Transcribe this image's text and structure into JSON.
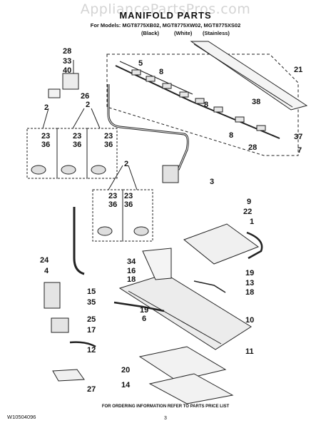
{
  "watermark": "AppliancePartsPros.com",
  "title": "MANIFOLD PARTS",
  "models_line": "For Models: MGT8775XB02, MGT8775XW02, MGT8775XS02",
  "variants": [
    "(Black)",
    "(White)",
    "(Stainless)"
  ],
  "callouts": [
    "28",
    "33",
    "40",
    "5",
    "8",
    "21",
    "26",
    "2",
    "2",
    "23",
    "36",
    "23",
    "36",
    "23",
    "36",
    "38",
    "8",
    "37",
    "8",
    "28",
    "7",
    "3",
    "2",
    "23",
    "36",
    "23",
    "36",
    "9",
    "22",
    "1",
    "24",
    "4",
    "34",
    "16",
    "18",
    "15",
    "35",
    "19",
    "13",
    "18",
    "19",
    "6",
    "25",
    "17",
    "10",
    "12",
    "11",
    "20",
    "14",
    "27"
  ],
  "footer": "FOR ORDERING INFORMATION REFER TO PARTS PRICE LIST",
  "doc_number": "W10504096",
  "page_number": "3"
}
